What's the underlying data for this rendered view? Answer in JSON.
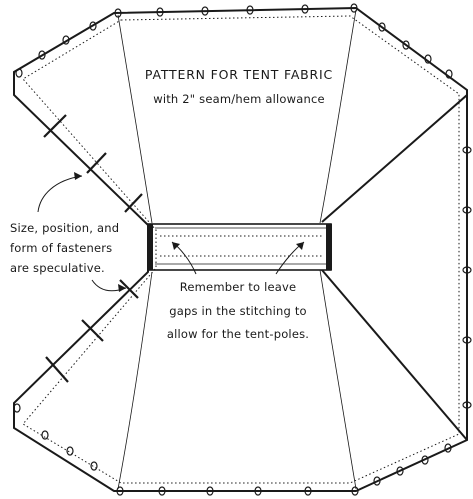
{
  "diagram": {
    "title": "PATTERN FOR TENT FABRIC",
    "subtitle": "with 2\" seam/hem allowance",
    "note_fasteners": {
      "lines": [
        "Size, position, and",
        "form of fasteners",
        "are speculative."
      ]
    },
    "note_gaps": {
      "lines": [
        "Remember to leave",
        "gaps in the stitching to",
        "allow for the tent-poles."
      ]
    },
    "colors": {
      "ink": "#1a1a1a",
      "paper": "#ffffff"
    }
  }
}
